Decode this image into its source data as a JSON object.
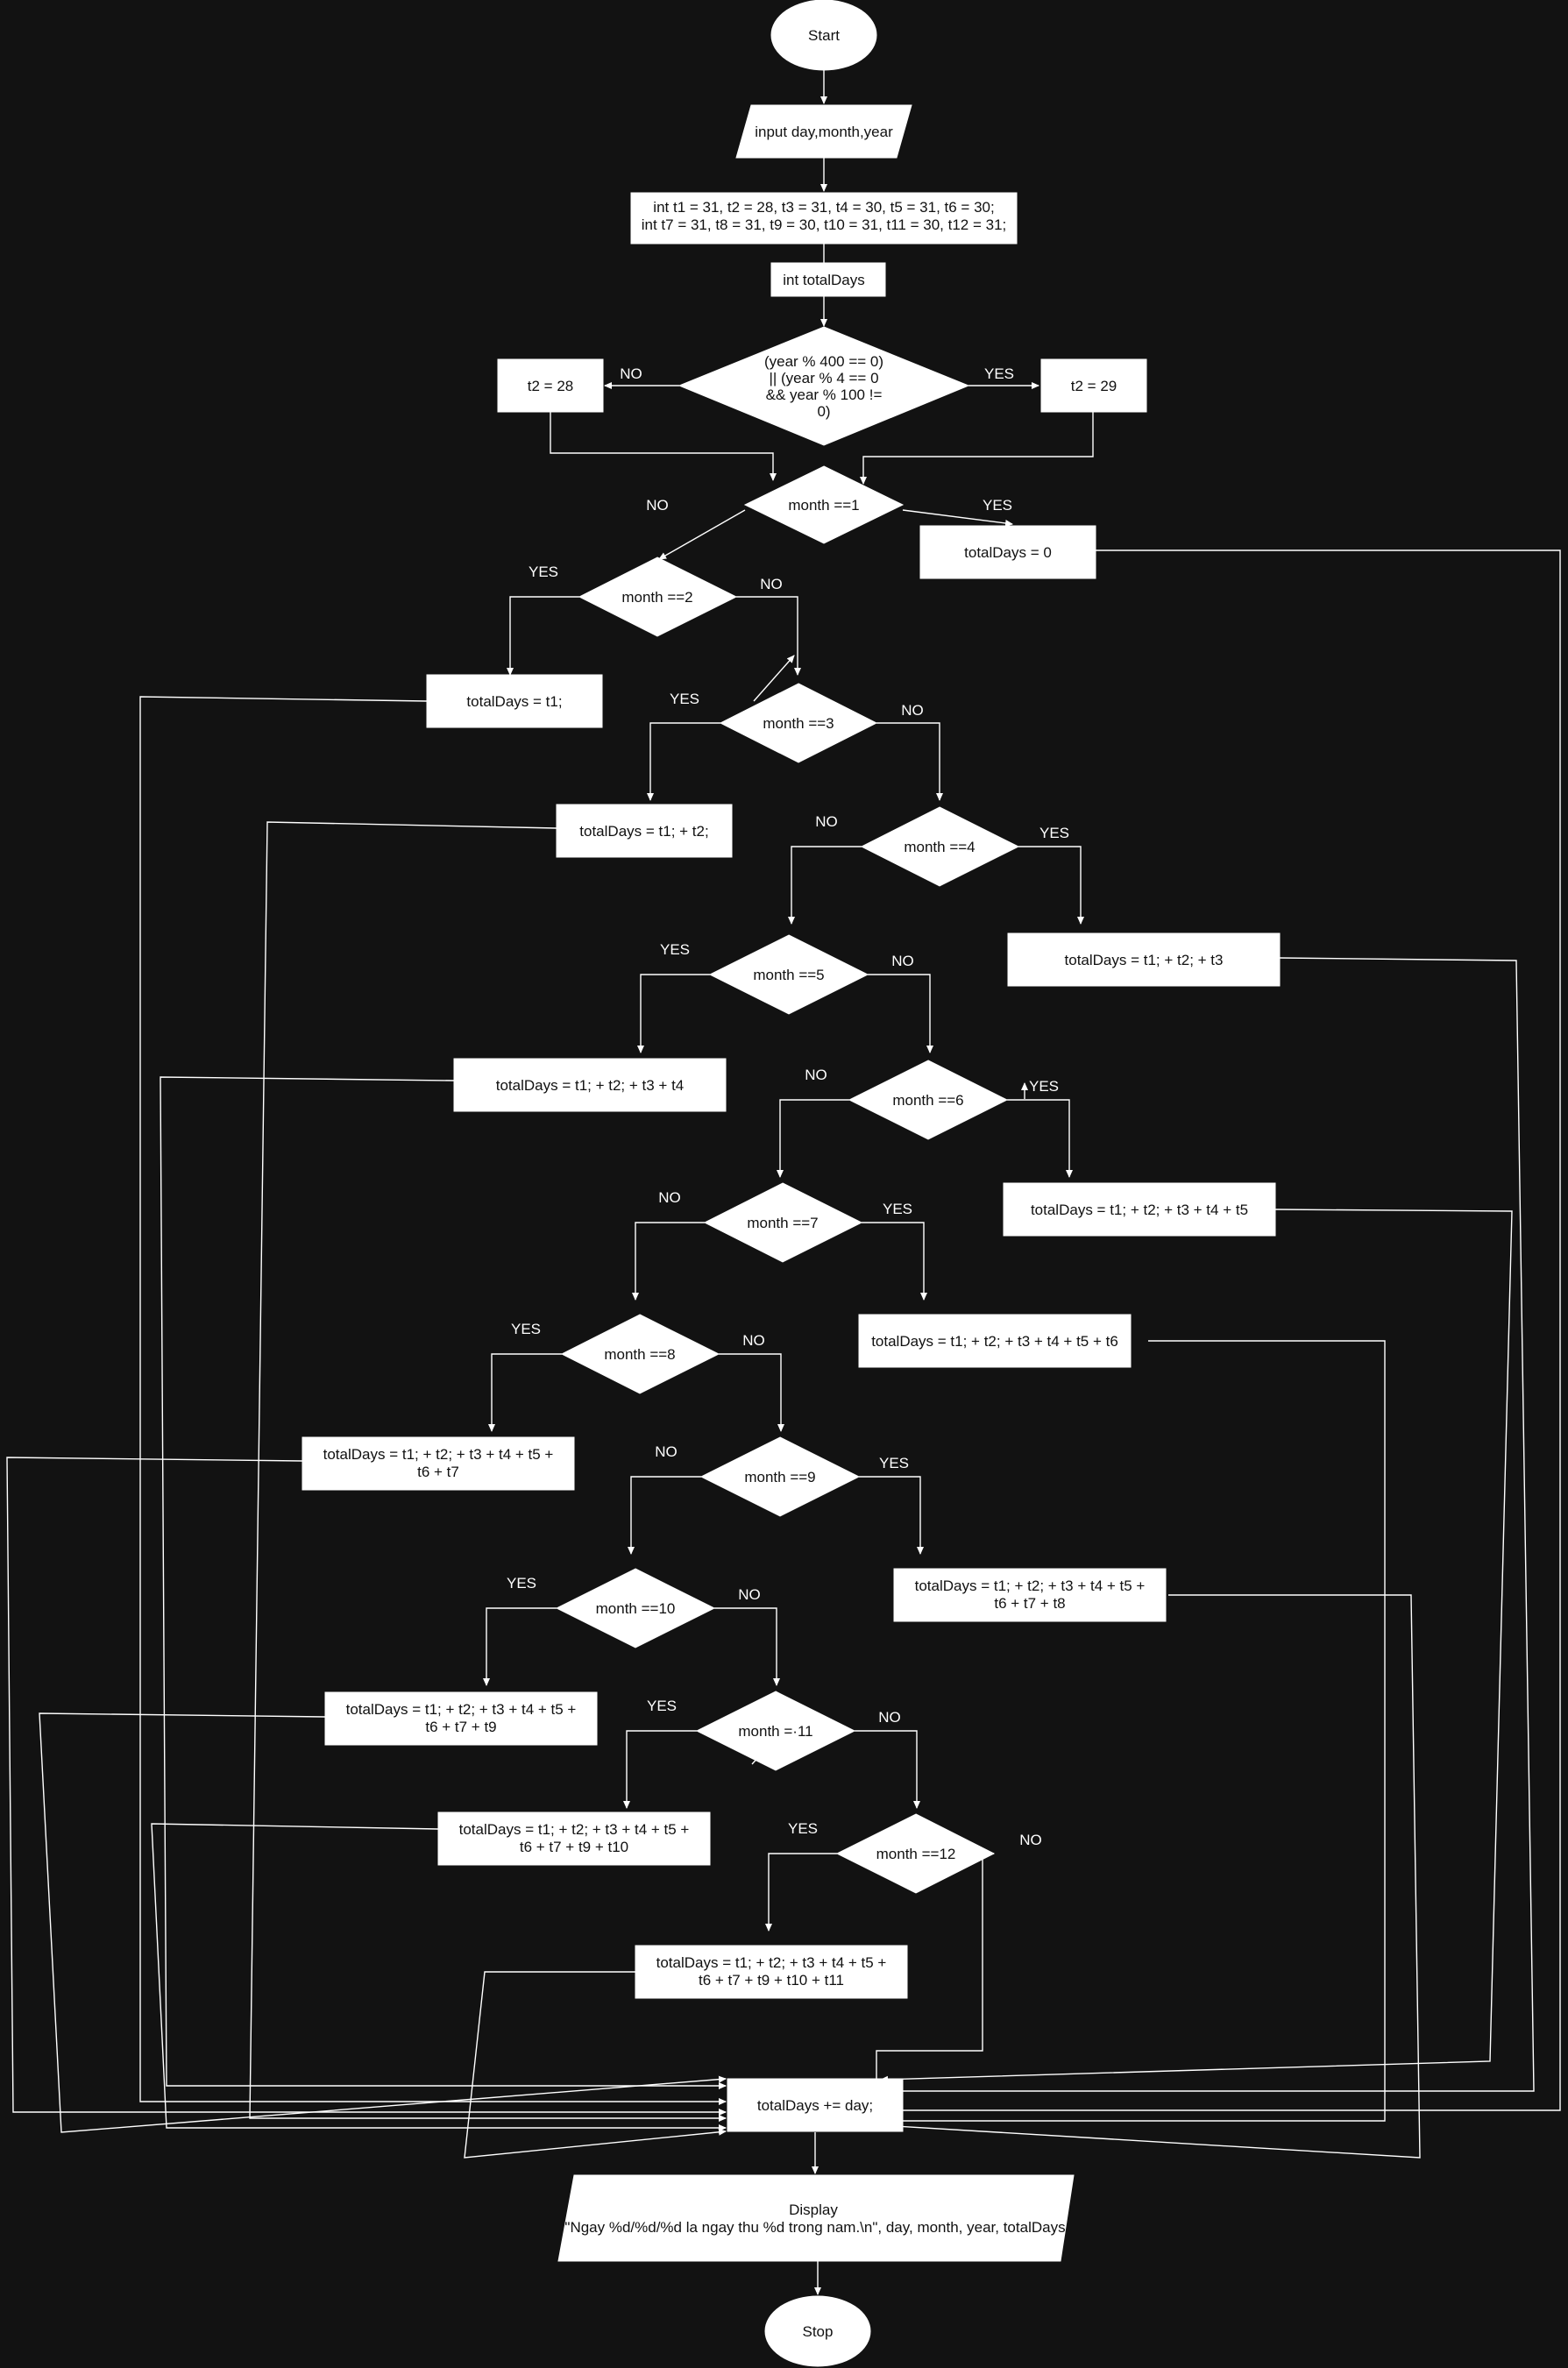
{
  "colors": {
    "background": "#121212",
    "shape_fill": "#ffffff",
    "shape_text": "#111111",
    "edge": "#ffffff",
    "edge_label": "#ffffff"
  },
  "nodes": {
    "start": "Start",
    "input": "input day,month,year",
    "init_line1": "int t1 = 31, t2 = 28, t3 = 31, t4 = 30, t5 = 31, t6 = 30;",
    "init_line2": "int t7 = 31, t8 = 31, t9 = 30, t10 = 31, t11 = 30, t12 = 31;",
    "total_decl": "int totalDays",
    "leap_line1": "(year % 400 == 0)",
    "leap_line2": "|| (year % 4 == 0",
    "leap_line3": "&& year % 100 !=",
    "leap_line4": "0)",
    "t2_28": "t2 = 28",
    "t2_29": "t2 = 29",
    "m1": "month ==1",
    "m2": "month ==2",
    "m3": "month ==3",
    "m4": "month ==4",
    "m5": "month ==5",
    "m6": "month ==6",
    "m7": "month ==7",
    "m8": "month ==8",
    "m9": "month ==9",
    "m10": "month ==10",
    "m11": "month =·11",
    "m12": "month ==12",
    "td0": "totalDays = 0",
    "td1": "totalDays = t1;",
    "td2": "totalDays = t1; + t2;",
    "td3": "totalDays = t1; + t2; + t3",
    "td4": "totalDays = t1; + t2; + t3 + t4",
    "td5": "totalDays = t1; + t2; + t3 + t4 + t5",
    "td6": "totalDays = t1; + t2; + t3 + t4 + t5 + t6",
    "td7_line1": "totalDays = t1; + t2; + t3 + t4 + t5 +",
    "td7_line2": "t6 + t7",
    "td8_line1": "totalDays = t1; + t2; + t3 + t4 + t5 +",
    "td8_line2": "t6 + t7 + t8",
    "td9_line1": "totalDays = t1; + t2; + t3 + t4 + t5 +",
    "td9_line2": "t6 + t7 + t9",
    "td10_line1": "totalDays = t1; + t2; + t3 + t4 + t5 +",
    "td10_line2": "t6 + t7 + t9 + t10",
    "td11_line1": "totalDays = t1; + t2; + t3 + t4 + t5 +",
    "td11_line2": "t6 + t7 + t9 + t10 + t11",
    "add_day": "totalDays += day;",
    "display_line1": "Display",
    "display_line2": "\"Ngay %d/%d/%d la ngay thu %d trong nam.\\n\", day, month, year, totalDays",
    "stop": "Stop"
  },
  "labels": {
    "yes": "YES",
    "no": "NO"
  }
}
